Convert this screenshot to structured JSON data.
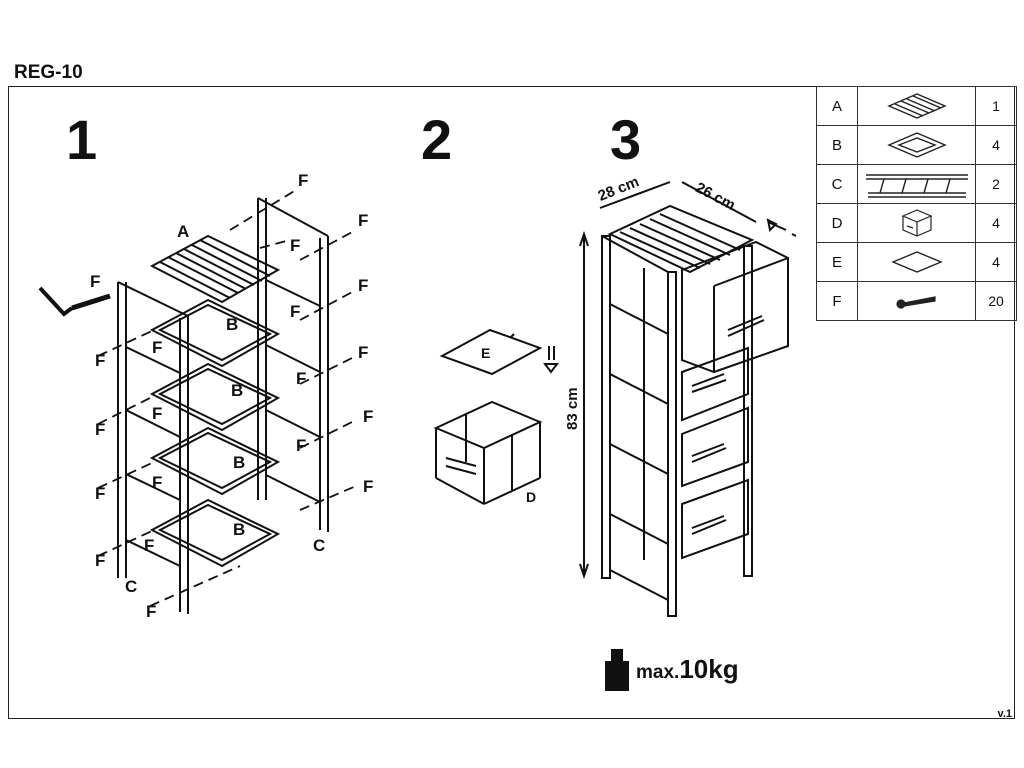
{
  "title": "REG-10",
  "steps": [
    "1",
    "2",
    "3"
  ],
  "step1_labels": {
    "A": "A",
    "B": "B",
    "C": "C",
    "F": "F"
  },
  "step2_labels": {
    "E": "E",
    "D": "D"
  },
  "step3": {
    "width": "28 cm",
    "depth": "26 cm",
    "height": "83 cm"
  },
  "parts": [
    {
      "letter": "A",
      "icon": "slatted-top-icon",
      "qty": "1"
    },
    {
      "letter": "B",
      "icon": "shelf-frame-icon",
      "qty": "4"
    },
    {
      "letter": "C",
      "icon": "side-ladder-icon",
      "qty": "2"
    },
    {
      "letter": "D",
      "icon": "fabric-box-icon",
      "qty": "4"
    },
    {
      "letter": "E",
      "icon": "board-icon",
      "qty": "4"
    },
    {
      "letter": "F",
      "icon": "screw-icon",
      "qty": "20"
    }
  ],
  "weight": {
    "max": "max.",
    "value": "10kg"
  },
  "version": "v.1"
}
